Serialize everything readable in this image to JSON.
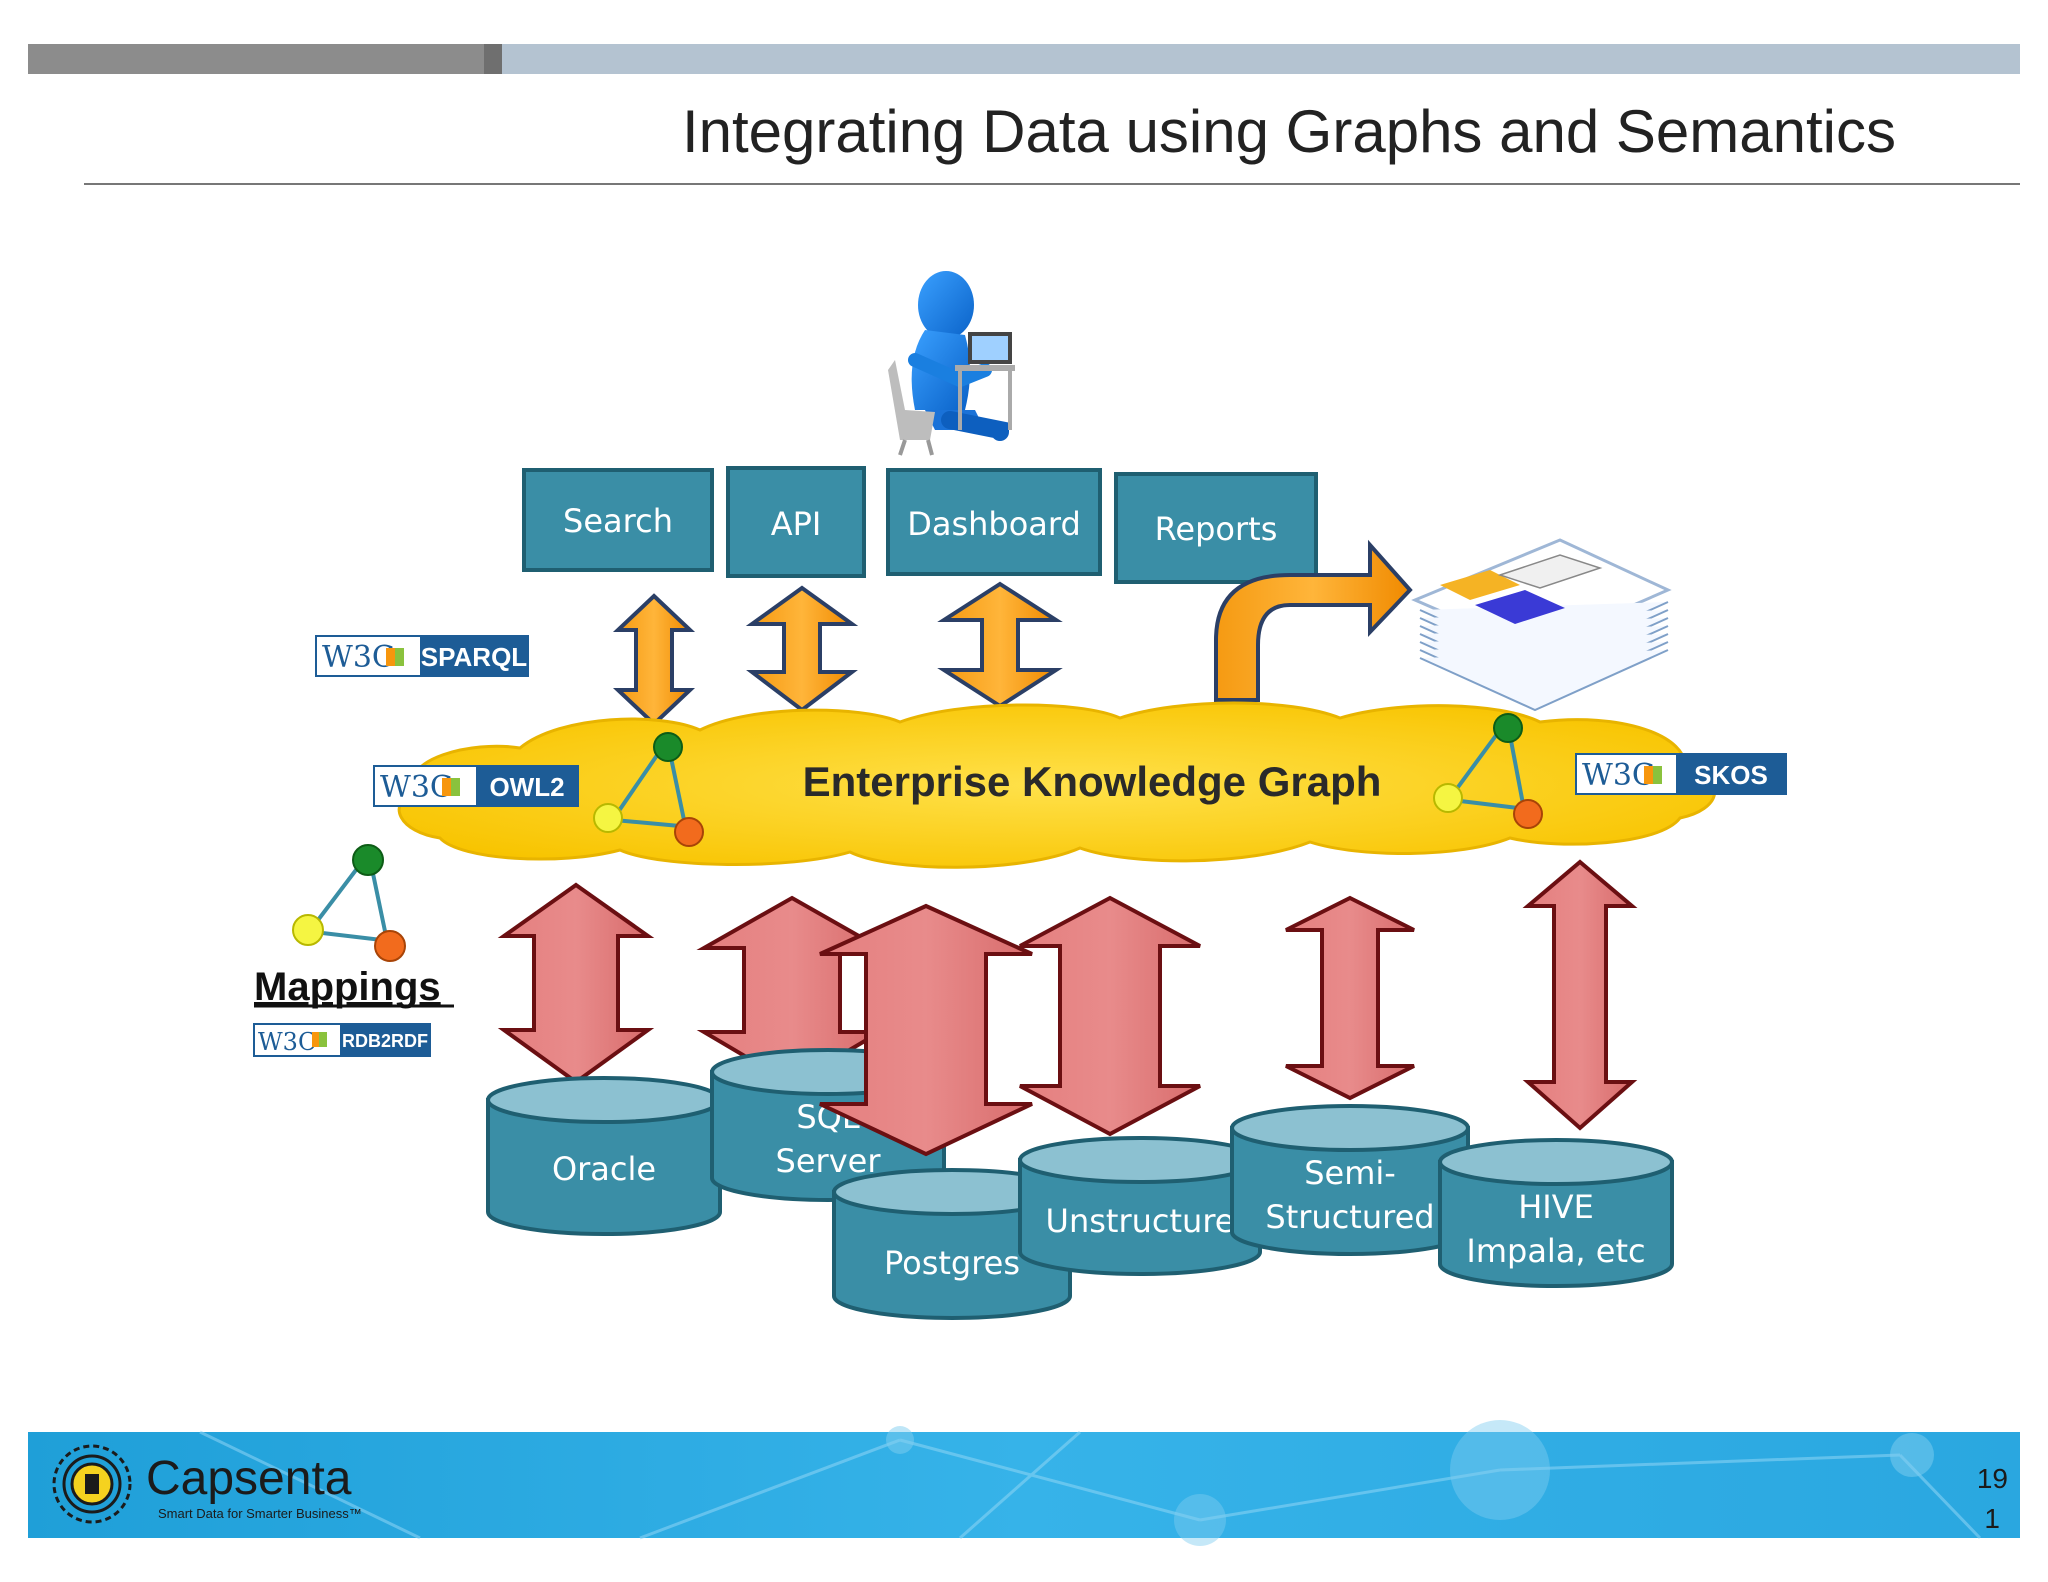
{
  "slide": {
    "title": "Integrating Data using Graphs and Semantics",
    "page_number_line1": "19",
    "page_number_line2": "1"
  },
  "apps": {
    "search": "Search",
    "api": "API",
    "dashboard": "Dashboard",
    "reports": "Reports"
  },
  "graph": {
    "label": "Enterprise Knowledge Graph"
  },
  "standards": {
    "w3c": "W3C",
    "sparql": "SPARQL",
    "owl2": "OWL2",
    "skos": "SKOS",
    "rdb2rdf": "RDB2RDF"
  },
  "mappings": {
    "label": "Mappings"
  },
  "sources": {
    "oracle": "Oracle",
    "sqlserver_line1": "SQL",
    "sqlserver_line2": "Server",
    "postgres": "Postgres",
    "unstructured": "Unstructure",
    "semi_line1": "Semi-",
    "semi_line2": "Structured",
    "hive_line1": "HIVE",
    "hive_line2": "Impala, etc"
  },
  "footer": {
    "brand": "Capsenta",
    "tagline": "Smart Data for Smarter Business™"
  },
  "colors": {
    "teal_box": "#3a8ea6",
    "teal_border": "#1f5f71",
    "cloud": "#ffd21f",
    "orange_arrow": "#f7960d",
    "red_arrow": "#e07878",
    "footer_blue": "#29abe2",
    "w3c_blue": "#1d5c96"
  }
}
